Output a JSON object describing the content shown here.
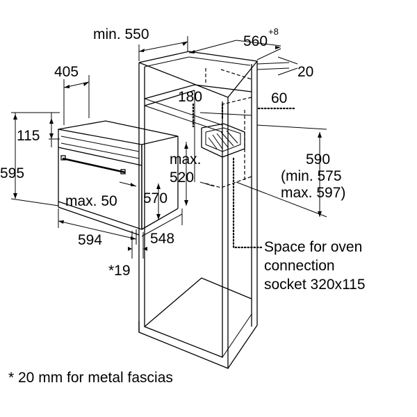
{
  "dimensions": {
    "min_550": "min. 550",
    "d_560": "560",
    "d_560_sup": "+8",
    "d_20": "20",
    "d_405": "405",
    "d_180": "180",
    "d_60": "60",
    "d_115": "115",
    "d_595": "595",
    "d_590": "590",
    "d_590_min": "(min. 575",
    "d_590_max": "max. 597)",
    "max_520_a": "max.",
    "max_520_b": "520",
    "max_50": "max. 50",
    "d_570": "570",
    "d_594": "594",
    "d_548": "548",
    "d_19": "*19"
  },
  "notes": {
    "socket_line1": "Space for oven",
    "socket_line2": "connection",
    "socket_line3": "socket 320x115",
    "footnote": "* 20 mm for metal fascias"
  }
}
